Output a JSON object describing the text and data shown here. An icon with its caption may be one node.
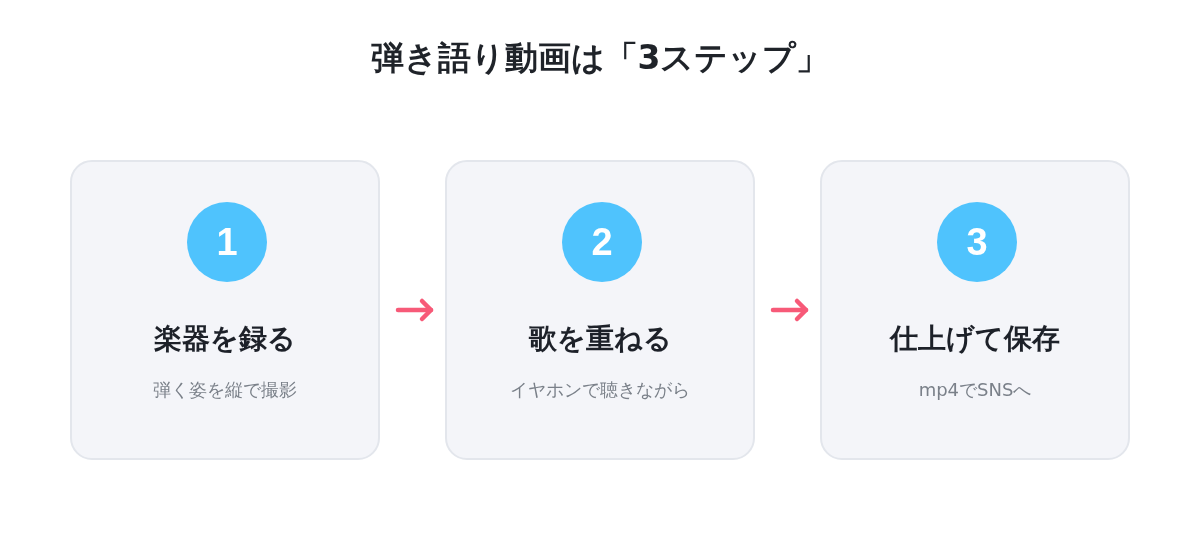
{
  "diagram": {
    "title": "弾き語り動画は「3ステップ」",
    "nodes": [
      {
        "text": [
          "楽器を録る",
          "弾く姿を縦で撮影"
        ]
      },
      {
        "text": [
          "1"
        ],
        "in": 0
      },
      {
        "text": [
          "歌を重ねる",
          "イヤホンで聴きながら"
        ]
      },
      {
        "text": [
          "2"
        ],
        "in": 2
      },
      {
        "text": [
          "仕上げて保存",
          "mp4でSNSへ"
        ]
      },
      {
        "text": [
          "3"
        ],
        "in": 4
      }
    ],
    "edges": [
      {
        "from": 0,
        "to": 2,
        "arrow": "to"
      },
      {
        "from": 2,
        "to": 4,
        "arrow": "to"
      }
    ]
  }
}
